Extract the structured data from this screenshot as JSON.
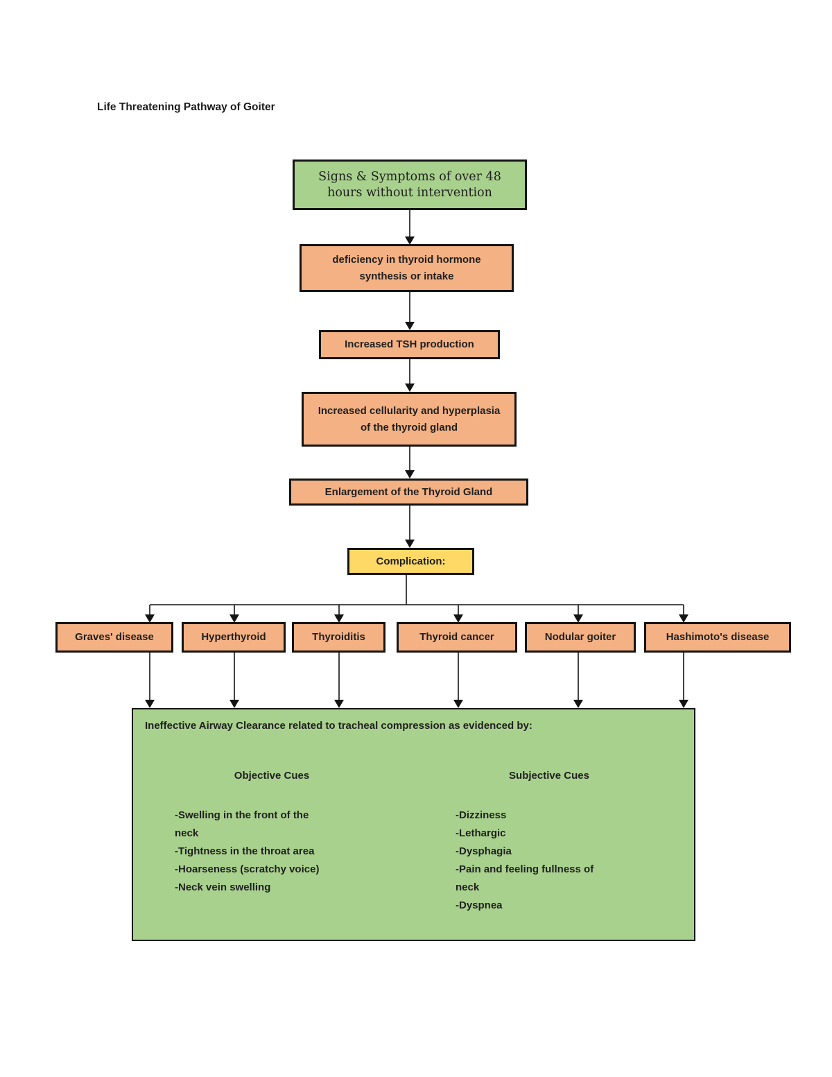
{
  "title": "Life Threatening Pathway of Goiter",
  "colors": {
    "green": "#a9d18e",
    "orange": "#f4b183",
    "yellow": "#ffd966"
  },
  "flow": {
    "signs": "Signs & Symptoms of over 48 hours without intervention",
    "deficiency": "deficiency in thyroid hormone synthesis or intake",
    "tsh": "Increased TSH production",
    "cellularity": "Increased cellularity and hyperplasia of the thyroid gland",
    "enlargement": "Enlargement of the Thyroid Gland",
    "complication": "Complication:"
  },
  "branches": [
    {
      "label": "Graves' disease"
    },
    {
      "label": "Hyperthyroid"
    },
    {
      "label": "Thyroiditis"
    },
    {
      "label": "Thyroid cancer"
    },
    {
      "label": "Nodular goiter"
    },
    {
      "label": "Hashimoto's disease"
    }
  ],
  "outcome": {
    "heading": "Ineffective Airway Clearance related to tracheal compression as evidenced by:",
    "objective": {
      "heading": "Objective Cues",
      "lines": [
        "-Swelling in the front of the",
        "neck",
        "-Tightness in the throat area",
        "-Hoarseness (scratchy voice)",
        "-Neck vein swelling"
      ]
    },
    "subjective": {
      "heading": "Subjective Cues",
      "lines": [
        "-Dizziness",
        "-Lethargic",
        "-Dysphagia",
        "-Pain and feeling fullness of",
        "neck",
        "-Dyspnea"
      ]
    }
  }
}
